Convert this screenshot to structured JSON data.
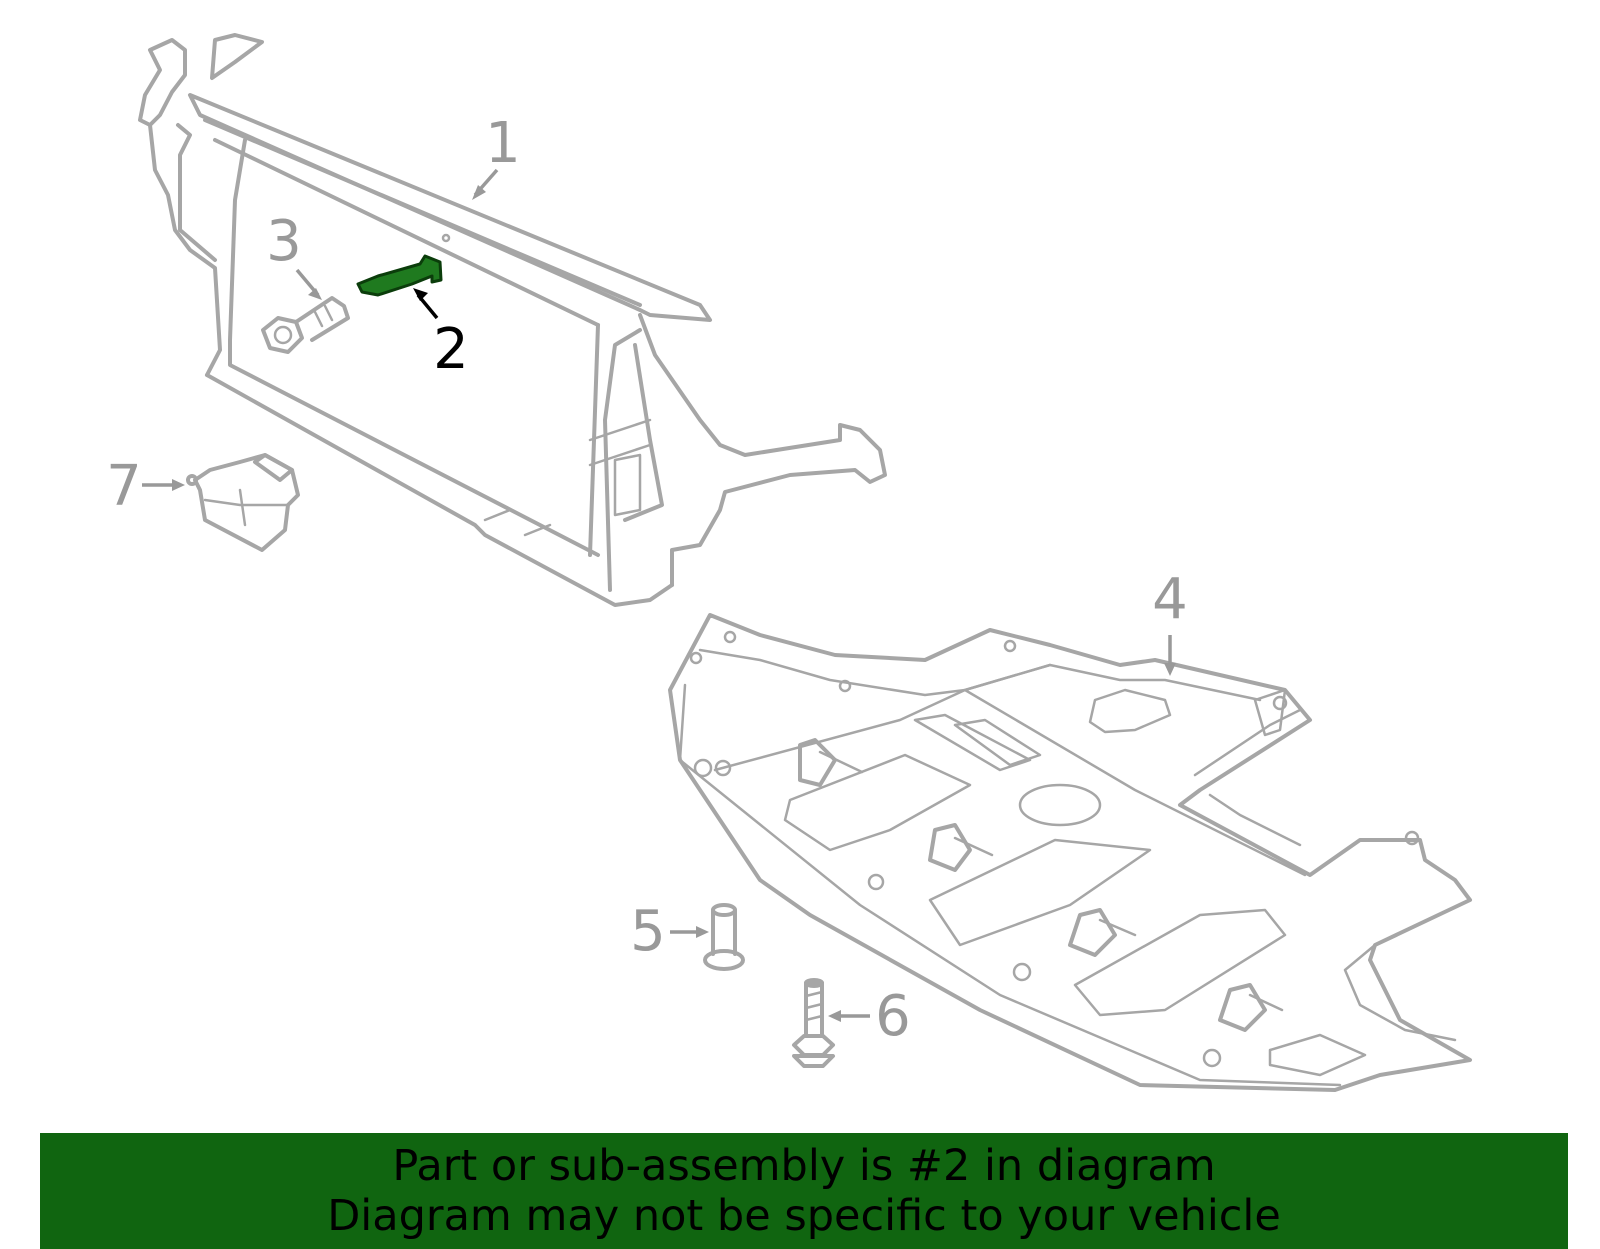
{
  "diagram": {
    "callouts": [
      {
        "id": "1",
        "label": "1",
        "highlighted": false
      },
      {
        "id": "2",
        "label": "2",
        "highlighted": true
      },
      {
        "id": "3",
        "label": "3",
        "highlighted": false
      },
      {
        "id": "4",
        "label": "4",
        "highlighted": false
      },
      {
        "id": "5",
        "label": "5",
        "highlighted": false
      },
      {
        "id": "6",
        "label": "6",
        "highlighted": false
      },
      {
        "id": "7",
        "label": "7",
        "highlighted": false
      }
    ],
    "colors": {
      "part_outline": "#a6a6a6",
      "callout_text": "#999999",
      "highlight_part": "#1f7a1f",
      "highlight_label": "#000000",
      "banner_background": "#106510"
    }
  },
  "banner": {
    "line1": "Part or sub-assembly is #2 in diagram",
    "line2": "Diagram may not be specific to your vehicle"
  }
}
